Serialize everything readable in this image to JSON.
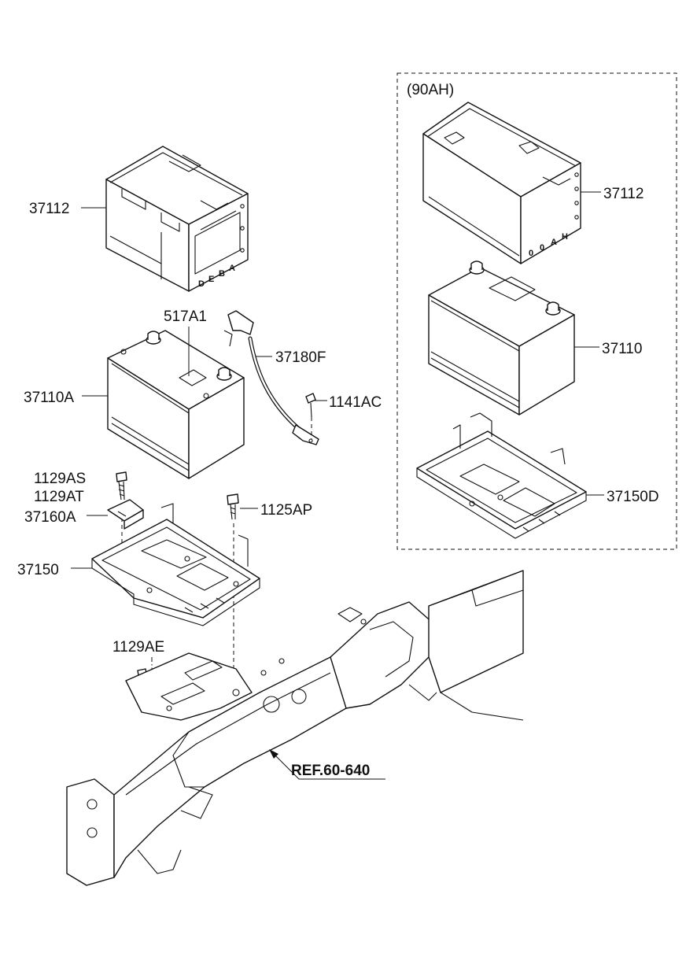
{
  "diagram": {
    "labels": {
      "standard_cover": "37112",
      "standard_terminal": "517A1",
      "cable": "37180F",
      "standard_battery": "37110A",
      "screw_ac": "1141AC",
      "bolt_as": "1129AS",
      "bolt_at": "1129AT",
      "bracket": "37160A",
      "bolt_ap": "1125AP",
      "standard_tray": "37150",
      "bolt_ae": "1129AE",
      "reference": "REF.60-640",
      "variant_title": "(90AH)",
      "variant_cover": "37112",
      "variant_battery": "37110",
      "variant_tray": "37150D"
    },
    "cover_marks": {
      "standard": [
        "D",
        "E",
        "B",
        "A"
      ],
      "variant": [
        "0",
        "0",
        "A",
        "H"
      ]
    },
    "colors": {
      "line": "#111111",
      "background": "#ffffff"
    }
  }
}
